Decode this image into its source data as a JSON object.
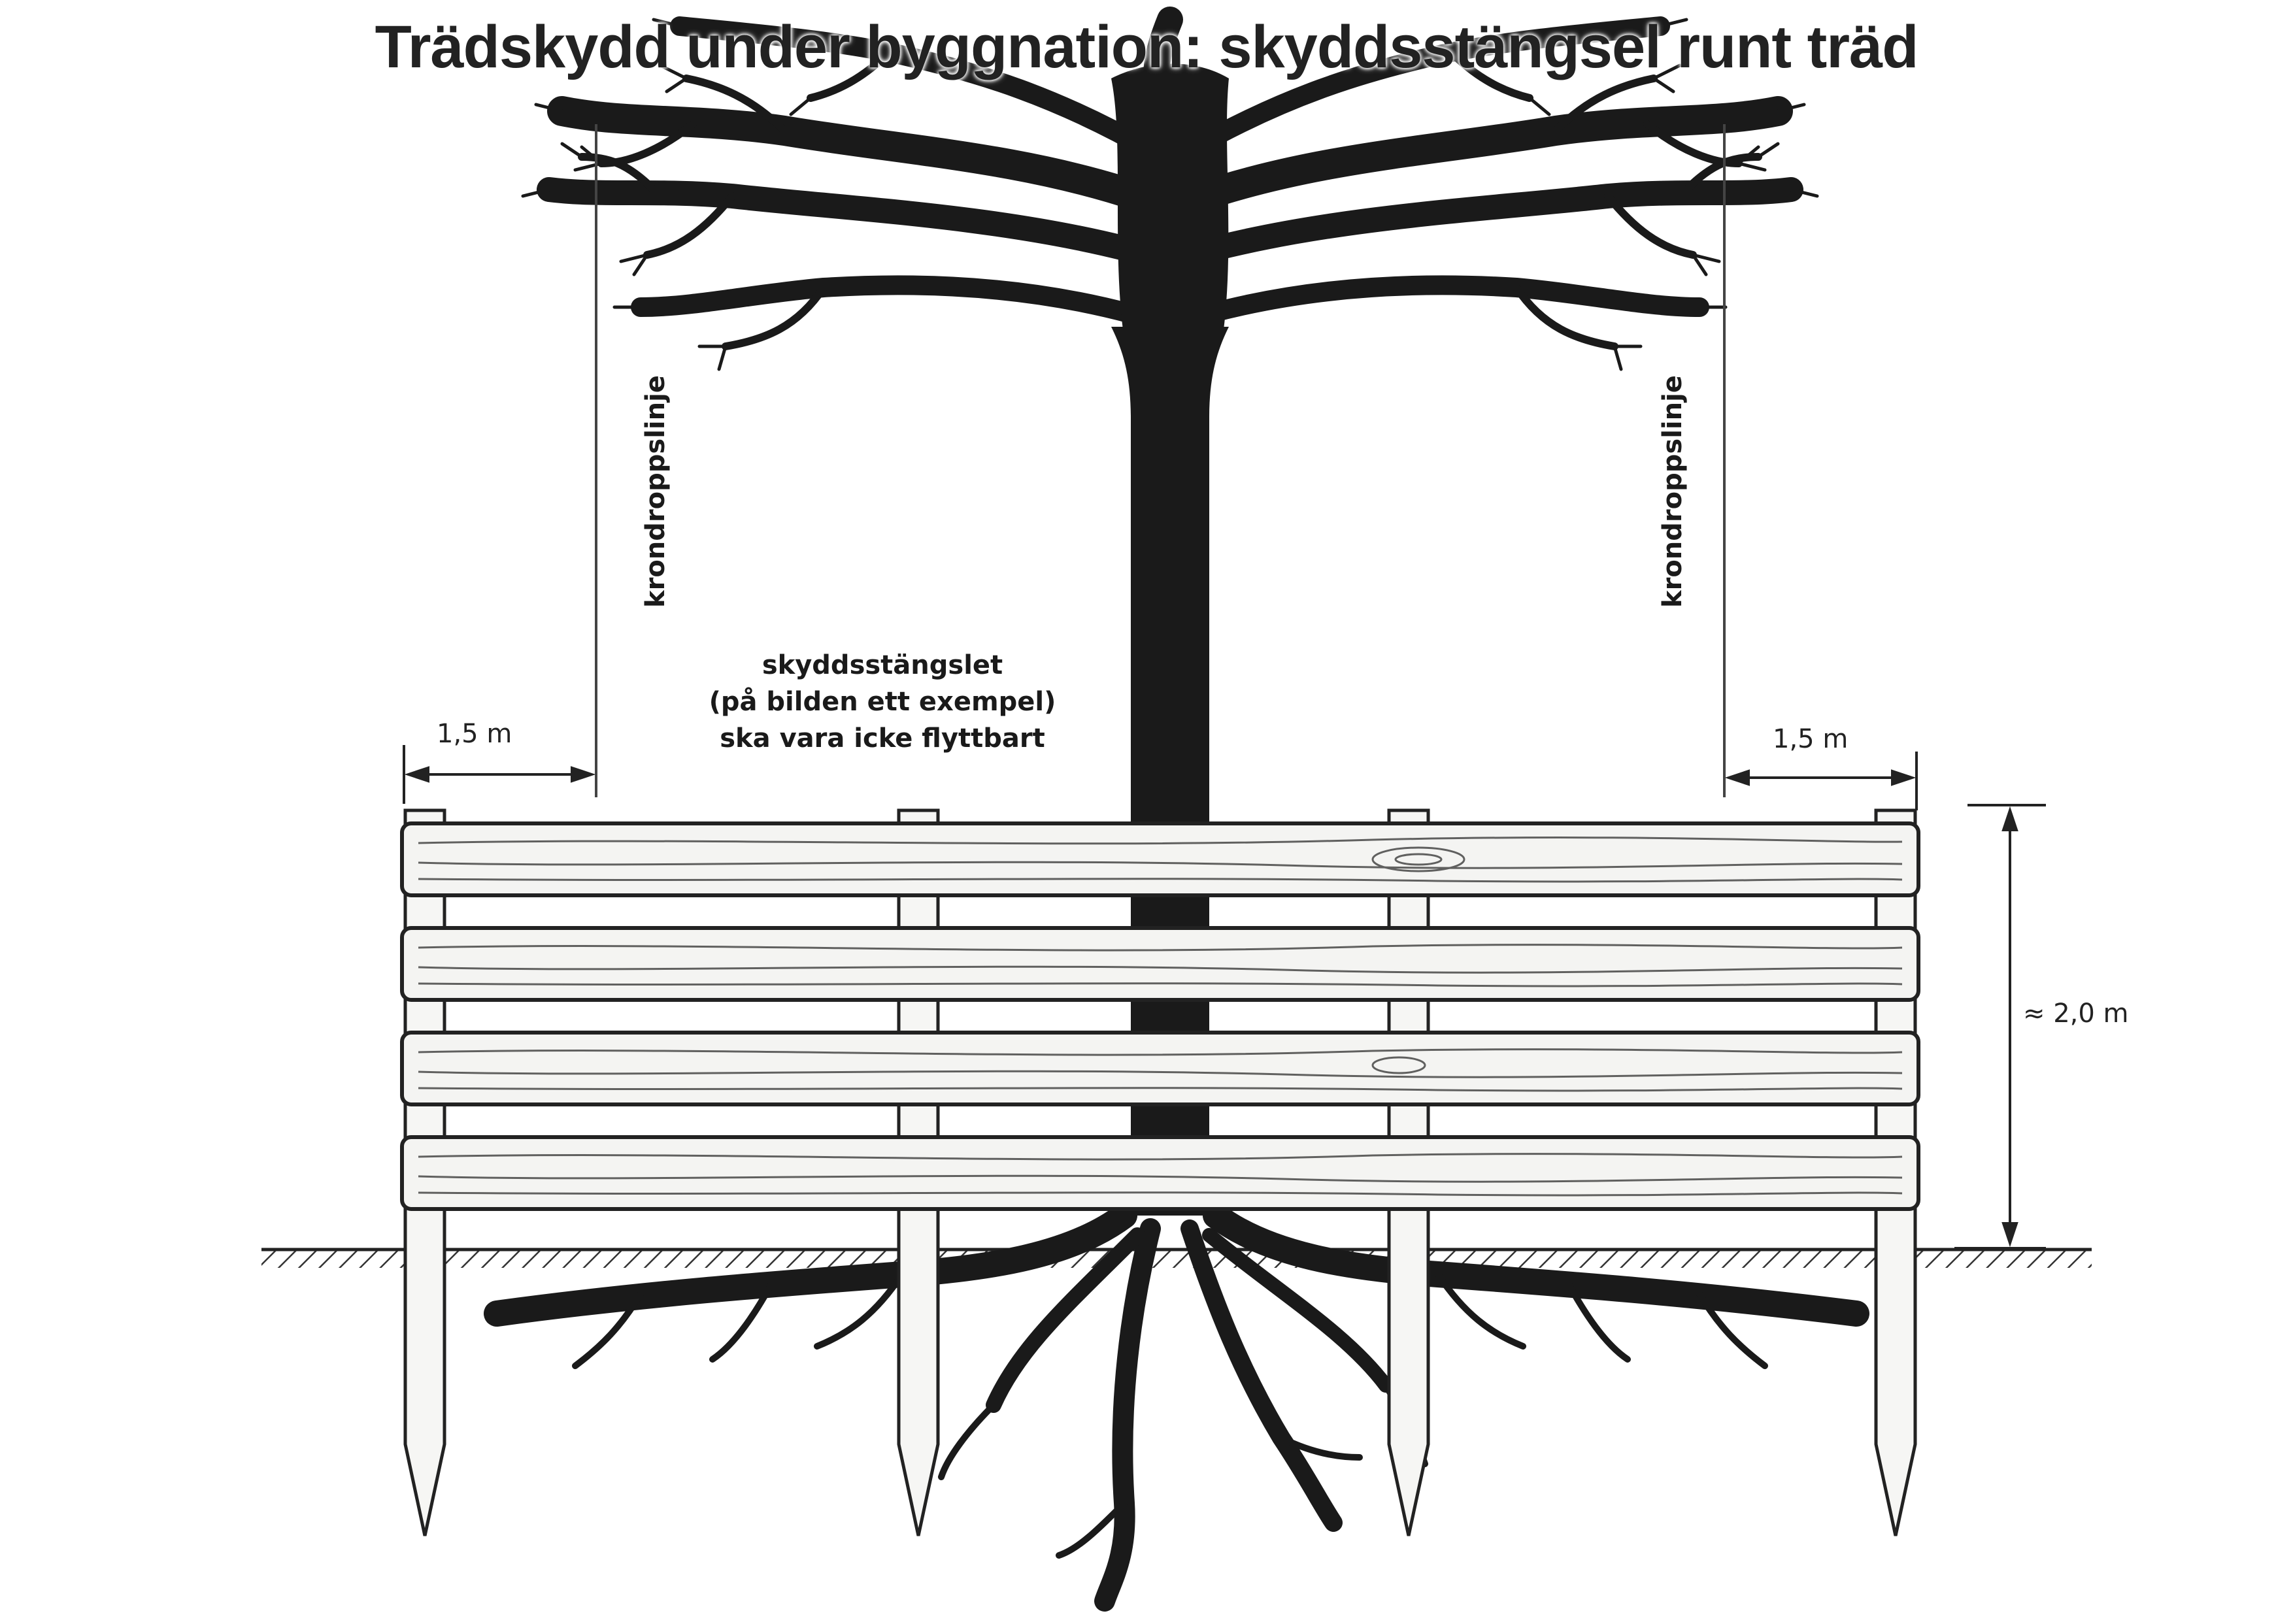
{
  "title": "Trädskydd under byggnation: skyddsstängsel runt träd",
  "labels": {
    "drip_line_left": "krondroppslinje",
    "drip_line_right": "krondroppslinje",
    "fence_note": [
      "skyddsstängslet",
      "(på bilden ett exempel)",
      "ska vara icke flyttbart"
    ],
    "distance_left": "1,5 m",
    "distance_right": "1,5 m",
    "height": "≈ 2,0 m"
  },
  "colors": {
    "ink": "#1a1a1a",
    "wood": "#f4f4f2",
    "paper": "#ffffff"
  }
}
